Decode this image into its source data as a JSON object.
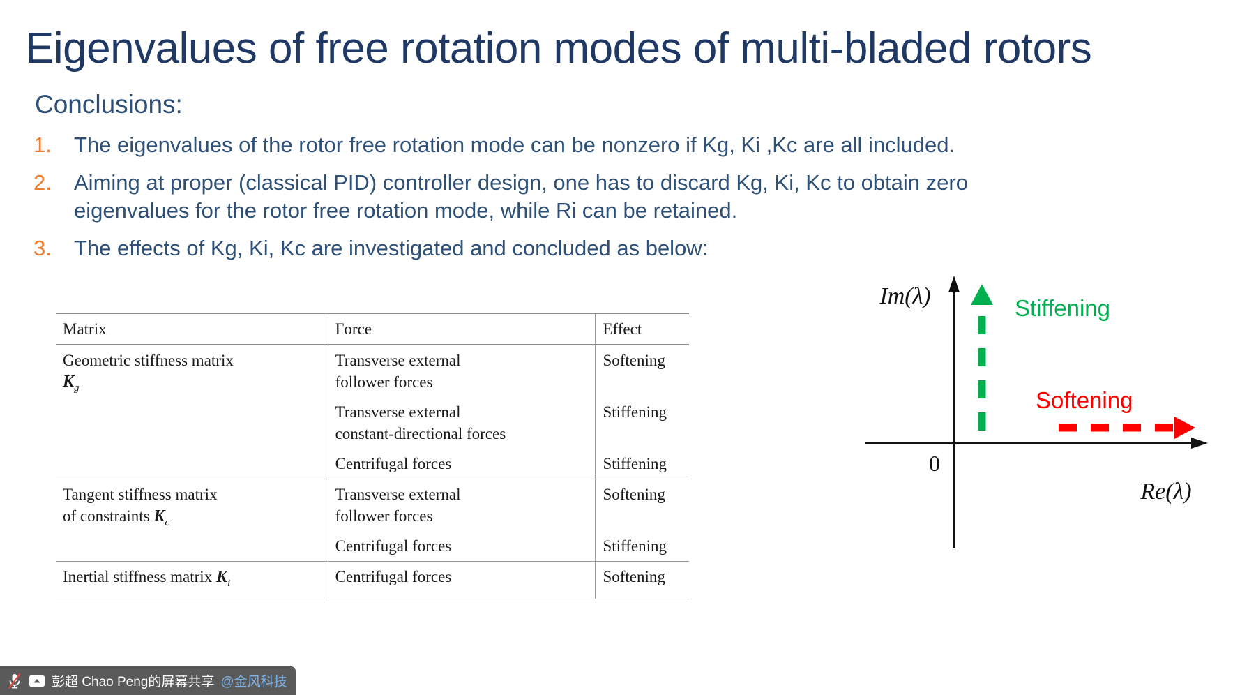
{
  "slide": {
    "title": "Eigenvalues of free rotation modes of multi-bladed rotors",
    "heading": "Conclusions:",
    "title_color": "#1F3864",
    "body_color": "#2E5077",
    "number_color": "#ED7D31",
    "bullets": [
      {
        "number": "1.",
        "text": "The eigenvalues of the rotor free rotation mode can be nonzero if Kg, Ki ,Kc are all included."
      },
      {
        "number": "2.",
        "text": "Aiming at proper (classical PID) controller design, one has to discard Kg, Ki, Kc to obtain zero eigenvalues for the rotor free rotation mode, while Ri can be retained."
      },
      {
        "number": "3.",
        "text": "The effects of Kg, Ki, Kc are investigated and concluded as below:"
      }
    ]
  },
  "table": {
    "headers": [
      "Matrix",
      "Force",
      "Effect"
    ],
    "rows": [
      {
        "matrix_line1": "Geometric stiffness matrix",
        "matrix_symbol": "K",
        "matrix_subscript": "g",
        "entries": [
          {
            "force_line1": "Transverse external",
            "force_line2": "follower forces",
            "effect": "Softening"
          },
          {
            "force_line1": "Transverse external",
            "force_line2": "constant-directional forces",
            "effect": "Stiffening"
          },
          {
            "force_line1": "Centrifugal forces",
            "force_line2": "",
            "effect": "Stiffening"
          }
        ]
      },
      {
        "matrix_line1": "Tangent stiffness matrix",
        "matrix_line2": "of constraints",
        "matrix_symbol": "K",
        "matrix_subscript": "c",
        "entries": [
          {
            "force_line1": "Transverse external",
            "force_line2": "follower forces",
            "effect": "Softening"
          },
          {
            "force_line1": "Centrifugal forces",
            "force_line2": "",
            "effect": "Stiffening"
          }
        ]
      },
      {
        "matrix_line1": "Inertial stiffness matrix",
        "matrix_symbol": "K",
        "matrix_subscript": "i",
        "entries": [
          {
            "force_line1": "Centrifugal forces",
            "force_line2": "",
            "effect": "Softening"
          }
        ]
      }
    ]
  },
  "chart_data": {
    "type": "diagram",
    "title": "",
    "axes": {
      "y_label": "Im(λ)",
      "x_label": "Re(λ)",
      "origin_label": "0"
    },
    "annotations": [
      {
        "label": "Stiffening",
        "color": "#00B04F",
        "direction": "up",
        "style": "dashed-arrow",
        "meaning": "eigenvalue moves along positive imaginary axis"
      },
      {
        "label": "Softening",
        "color": "#FF0000",
        "direction": "right",
        "style": "dashed-arrow",
        "meaning": "eigenvalue moves along positive real axis"
      }
    ]
  },
  "share_bar": {
    "mic_icon": "microphone-muted-icon",
    "share_icon": "screen-share-icon",
    "text_main": "彭超 Chao Peng的屏幕共享",
    "text_org": "@金风科技",
    "bg_color": "#5A5A5A",
    "org_color": "#7FB2E5"
  }
}
